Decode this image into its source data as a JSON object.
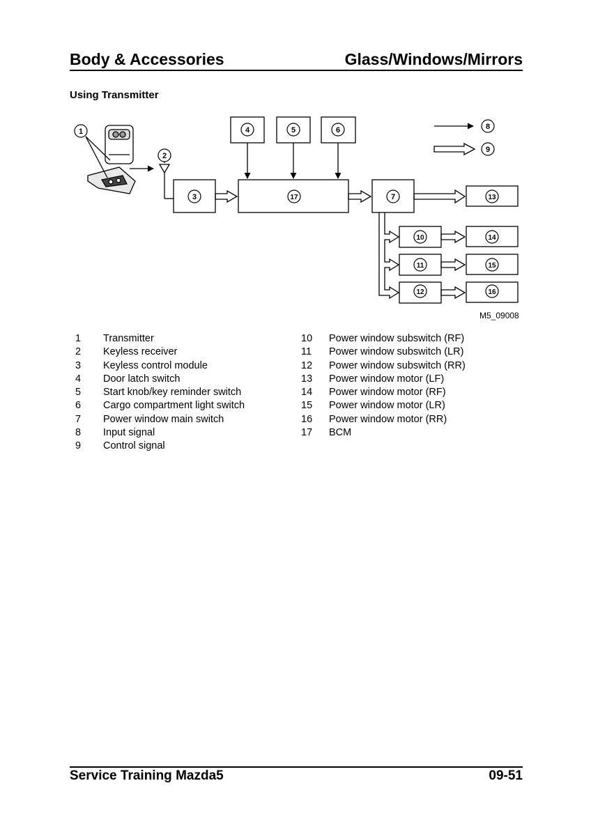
{
  "header": {
    "left": "Body & Accessories",
    "right": "Glass/Windows/Mirrors"
  },
  "section_title": "Using Transmitter",
  "diagram": {
    "figure_id": "M5_09008",
    "nodes": [
      "1",
      "2",
      "3",
      "4",
      "5",
      "6",
      "7",
      "8",
      "9",
      "10",
      "11",
      "12",
      "13",
      "14",
      "15",
      "16",
      "17"
    ],
    "icons": [
      "transmitter-key-icon",
      "antenna-icon"
    ]
  },
  "legend": {
    "left": [
      {
        "num": "1",
        "text": "Transmitter"
      },
      {
        "num": "2",
        "text": "Keyless receiver"
      },
      {
        "num": "3",
        "text": "Keyless control module"
      },
      {
        "num": "4",
        "text": "Door latch switch"
      },
      {
        "num": "5",
        "text": "Start knob/key reminder switch"
      },
      {
        "num": "6",
        "text": "Cargo compartment light switch"
      },
      {
        "num": "7",
        "text": "Power window main switch"
      },
      {
        "num": "8",
        "text": "Input signal"
      },
      {
        "num": "9",
        "text": "Control signal"
      }
    ],
    "right": [
      {
        "num": "10",
        "text": "Power window subswitch (RF)"
      },
      {
        "num": "11",
        "text": "Power window subswitch (LR)"
      },
      {
        "num": "12",
        "text": "Power window subswitch (RR)"
      },
      {
        "num": "13",
        "text": "Power window motor (LF)"
      },
      {
        "num": "14",
        "text": "Power window motor (RF)"
      },
      {
        "num": "15",
        "text": "Power window motor (LR)"
      },
      {
        "num": "16",
        "text": "Power window motor (RR)"
      },
      {
        "num": "17",
        "text": "BCM"
      }
    ]
  },
  "footer": {
    "left": "Service Training Mazda5",
    "right": "09-51"
  }
}
